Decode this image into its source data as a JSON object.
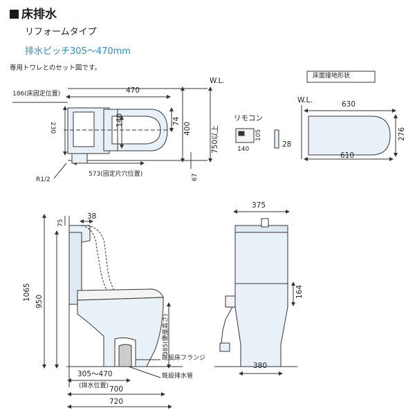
{
  "header": {
    "title": "床排水",
    "subtitle": "リフォームタイプ",
    "pitch": "排水ピッチ305～470mm",
    "note": "専用トワレとのセット図です。"
  },
  "top_view": {
    "wl_label": "W.L.",
    "fix_position": "186(床固定位置)",
    "width_470": "470",
    "dim_230": "230",
    "dim_140": "140",
    "dim_74": "74",
    "dim_400": "400",
    "dim_750": "750以上",
    "dim_67": "67",
    "fix_hole": "573(固定片穴位置)",
    "pipe": "R1/2"
  },
  "remote": {
    "label": "リモコン",
    "w": "140",
    "h": "105",
    "d": "28"
  },
  "floor_shape": {
    "title": "床面接地形状",
    "wl_label": "W.L.",
    "top_width": "630",
    "bottom_width": "610",
    "depth": "276"
  },
  "side_view": {
    "dim_75": "75",
    "dim_38": "38",
    "height_1065": "1065",
    "height_950": "950",
    "dim_385": "385(便座高さ)",
    "flange": "既設床フランジ",
    "pitch_range": "305～470",
    "drain_position": "(排水位置)",
    "drain_pipe": "既設排水管",
    "dim_700": "700",
    "dim_720": "720"
  },
  "front_view": {
    "width_375": "375",
    "dim_164": "164",
    "width_380": "380"
  },
  "colors": {
    "body_fill": "#e9f1f8",
    "outline": "#333333",
    "accent": "#2a8fc6"
  }
}
